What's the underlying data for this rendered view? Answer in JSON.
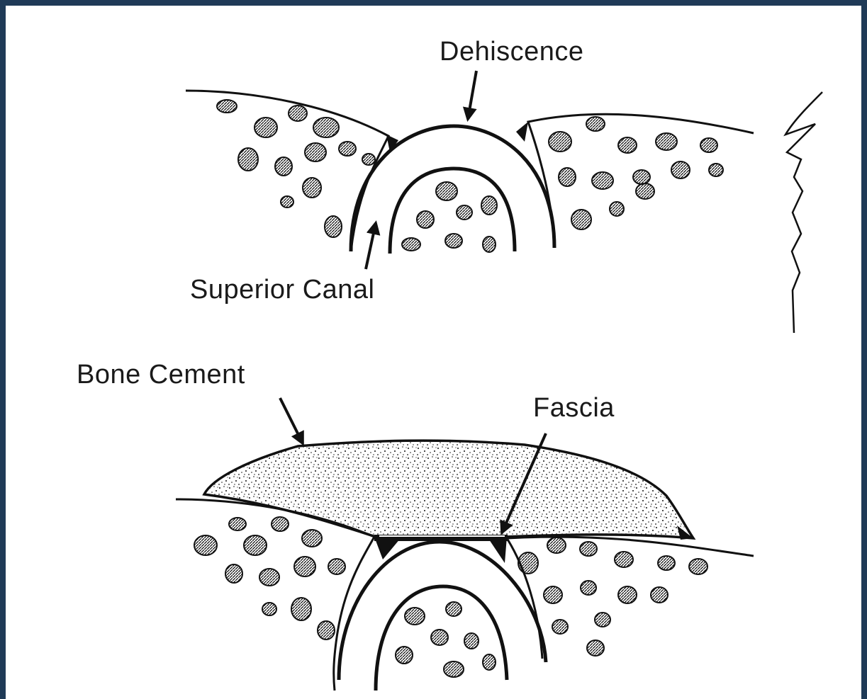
{
  "labels": {
    "dehiscence": "Dehiscence",
    "superior_canal": "Superior Canal",
    "bone_cement": "Bone Cement",
    "fascia": "Fascia"
  },
  "colors": {
    "frame": "#1f3a57",
    "ink": "#111111",
    "paper": "#ffffff"
  }
}
